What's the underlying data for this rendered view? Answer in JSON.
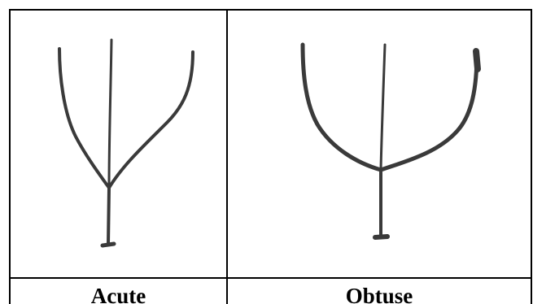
{
  "panels": [
    {
      "label": "Acute",
      "angle_type": "acute"
    },
    {
      "label": "Obtuse",
      "angle_type": "obtuse"
    }
  ],
  "stroke_color": "#3a3a3a",
  "border_color": "#000000"
}
